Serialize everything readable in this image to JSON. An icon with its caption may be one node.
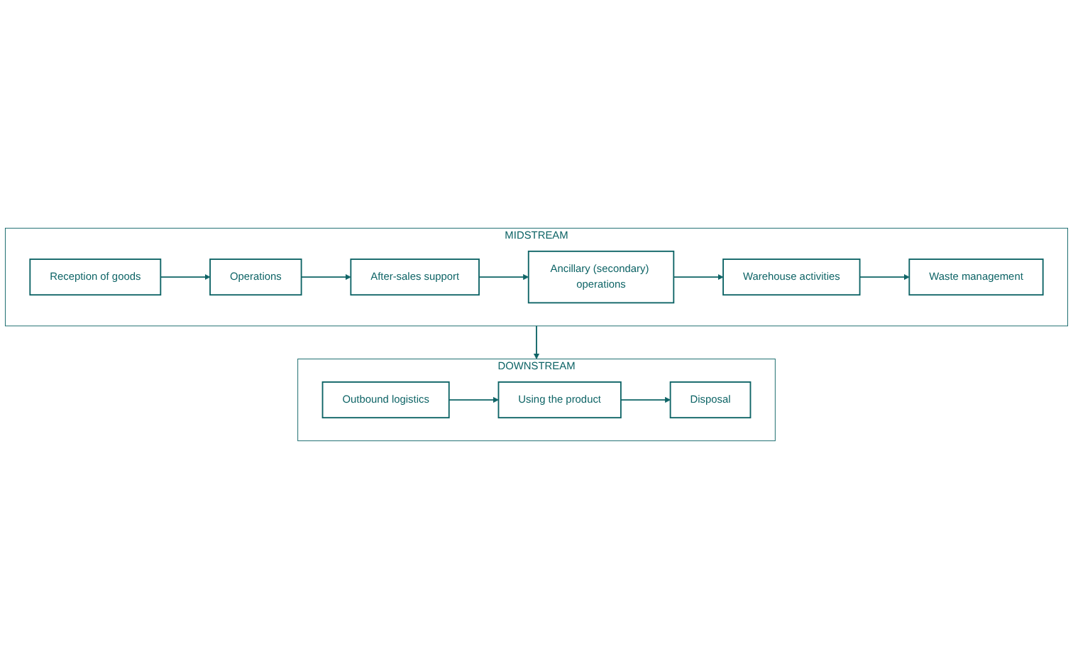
{
  "diagram": {
    "nodes": [
      {
        "text": [
          "MIDSTREAM"
        ]
      },
      {
        "text": [
          "Reception of goods"
        ],
        "in": 0
      },
      {
        "text": [
          "Operations"
        ],
        "in": 0
      },
      {
        "text": [
          "After-sales support"
        ],
        "in": 0
      },
      {
        "text": [
          "Ancillary (secondary) operations"
        ],
        "in": 0
      },
      {
        "text": [
          "Warehouse activities"
        ],
        "in": 0
      },
      {
        "text": [
          "Waste management"
        ],
        "in": 0
      },
      {
        "text": [
          "DOWNSTREAM"
        ]
      },
      {
        "text": [
          "Outbound logistics"
        ],
        "in": 7
      },
      {
        "text": [
          "Using the product"
        ],
        "in": 7
      },
      {
        "text": [
          "Disposal"
        ],
        "in": 7
      }
    ],
    "edges": [
      {
        "from": 1,
        "to": 2,
        "arrow": "to"
      },
      {
        "from": 2,
        "to": 3,
        "arrow": "to"
      },
      {
        "from": 3,
        "to": 4,
        "arrow": "to"
      },
      {
        "from": 4,
        "to": 5,
        "arrow": "to"
      },
      {
        "from": 5,
        "to": 6,
        "arrow": "to"
      },
      {
        "from": 0,
        "to": 7,
        "arrow": "to"
      },
      {
        "from": 8,
        "to": 9,
        "arrow": "to"
      },
      {
        "from": 9,
        "to": 10,
        "arrow": "to"
      }
    ]
  }
}
